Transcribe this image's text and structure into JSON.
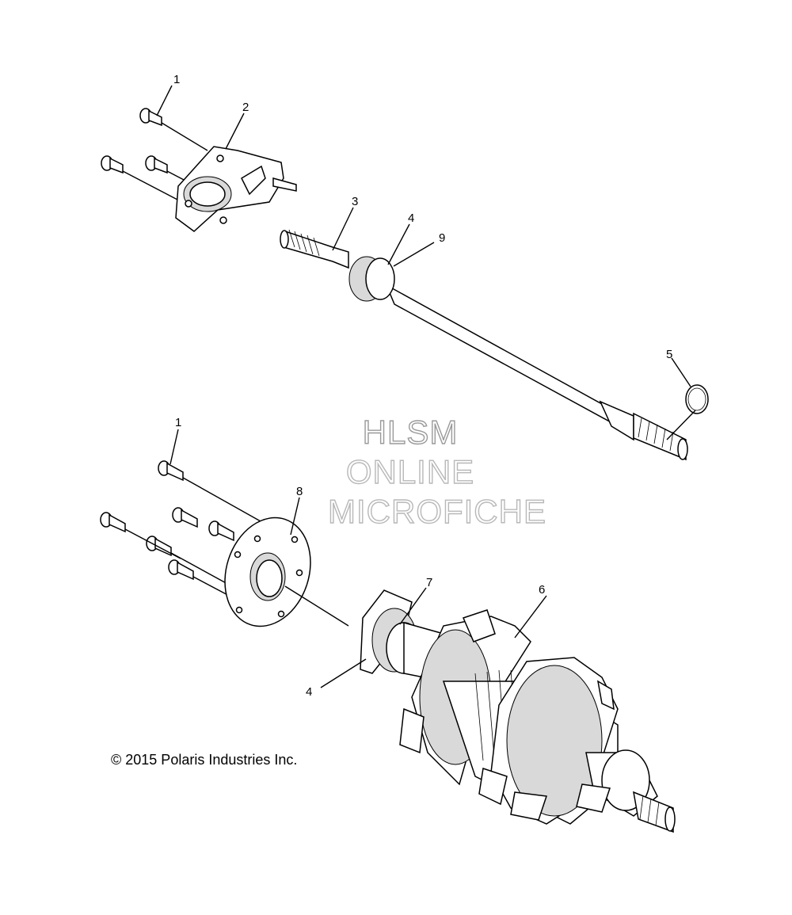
{
  "callouts": {
    "c1a": "1",
    "c2": "2",
    "c3": "3",
    "c4a": "4",
    "c9": "9",
    "c5": "5",
    "c1b": "1",
    "c8": "8",
    "c7": "7",
    "c6": "6",
    "c4b": "4"
  },
  "watermark": {
    "line1": "HLSM",
    "line2": "ONLINE",
    "line3": "MICROFICHE"
  },
  "copyright": "© 2015 Polaris Industries Inc."
}
